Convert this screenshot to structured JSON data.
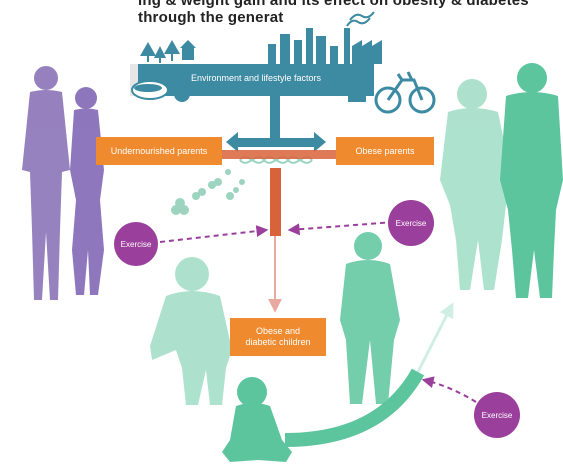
{
  "title_fragment": "ing & weight gain and its effect on obesity & diabetes through the generat",
  "env_bar": {
    "label": "Environment and lifestyle factors"
  },
  "parents": {
    "left": "Undernourished parents",
    "right": "Obese parents"
  },
  "children_box": {
    "line1": "Obese and",
    "line2": "diabetic children"
  },
  "exercise": {
    "left": "Exercise",
    "right": "Exercise",
    "bottom": "Exercise"
  },
  "colors": {
    "orange": "#ef8a2e",
    "teal_bar": "#3d8aa3",
    "purple": "#9a3f9c",
    "lavender": "#8b74b8",
    "green_light": "#9bd7bf",
    "green": "#5cc59d",
    "brick": "#d8633a",
    "pink_arrow": "#e8a9a0"
  }
}
